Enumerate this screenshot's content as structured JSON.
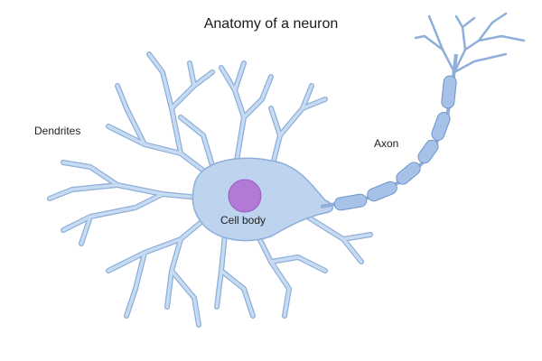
{
  "title": "Anatomy of a neuron",
  "labels": {
    "dendrites": "Dendrites",
    "axon": "Axon",
    "cell_body": "Cell body"
  },
  "colors": {
    "neuron_fill": "#bdd3ee",
    "neuron_outline": "#8eafd9",
    "myelin": "#a6c2e8",
    "nucleus": "#b27ad6"
  }
}
